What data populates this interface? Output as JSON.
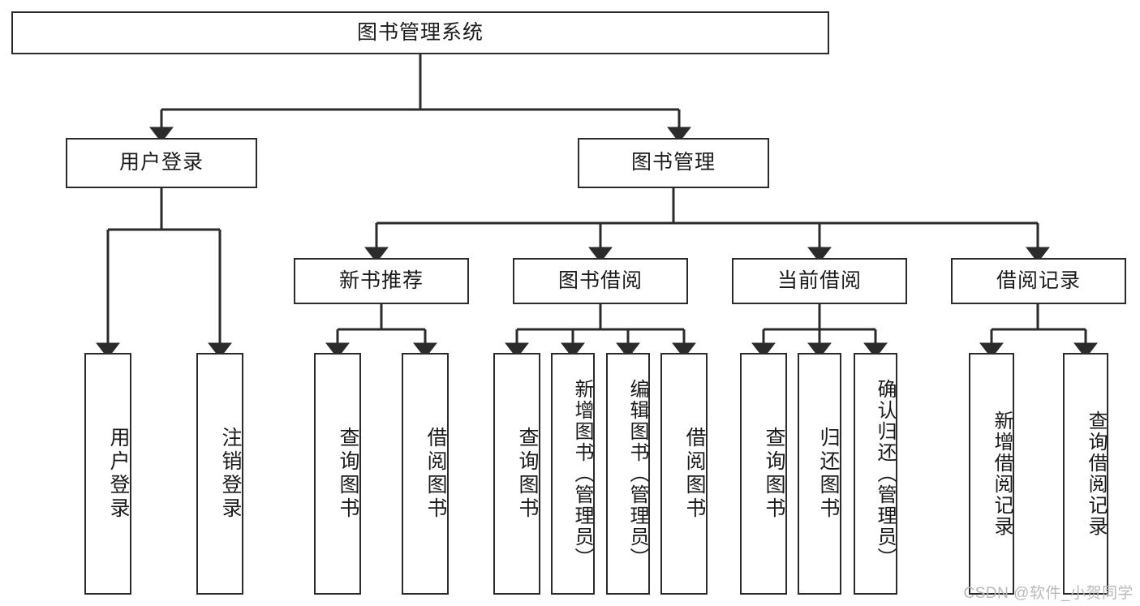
{
  "diagram": {
    "title": "图书管理系统",
    "type": "tree-hierarchy",
    "watermark": "CSDN @软件_小贺同学"
  },
  "root": {
    "label": "图书管理系统"
  },
  "level2": [
    {
      "id": "user-login",
      "label": "用户登录"
    },
    {
      "id": "book-manage",
      "label": "图书管理"
    }
  ],
  "level3": [
    {
      "id": "new-book-rec",
      "label": "新书推荐"
    },
    {
      "id": "book-borrow",
      "label": "图书借阅"
    },
    {
      "id": "current-borrow",
      "label": "当前借阅"
    },
    {
      "id": "borrow-record",
      "label": "借阅记录"
    }
  ],
  "leaves": {
    "user_login": [
      {
        "id": "leaf-user-login",
        "label": "用户登录"
      },
      {
        "id": "leaf-logout-login",
        "label": "注销登录"
      }
    ],
    "new_book_rec": [
      {
        "id": "leaf-query-book-1",
        "label": "查询图书"
      },
      {
        "id": "leaf-borrow-book-1",
        "label": "借阅图书"
      }
    ],
    "book_borrow": [
      {
        "id": "leaf-query-book-2",
        "label": "查询图书"
      },
      {
        "id": "leaf-add-book",
        "label": "新增图书（管理员）"
      },
      {
        "id": "leaf-edit-book",
        "label": "编辑图书（管理员）"
      },
      {
        "id": "leaf-borrow-book-2",
        "label": "借阅图书"
      }
    ],
    "current_borrow": [
      {
        "id": "leaf-query-book-3",
        "label": "查询图书"
      },
      {
        "id": "leaf-return-book",
        "label": "归还图书"
      },
      {
        "id": "leaf-confirm-return",
        "label": "确认归还（管理员）"
      }
    ],
    "borrow_record": [
      {
        "id": "leaf-add-record",
        "label": "新增借阅记录"
      },
      {
        "id": "leaf-query-record",
        "label": "查询借阅记录"
      }
    ]
  },
  "colors": {
    "stroke": "#2b2b2b",
    "background": "#ffffff",
    "text": "#1a1a1a",
    "watermark": "#b9b9b9"
  }
}
